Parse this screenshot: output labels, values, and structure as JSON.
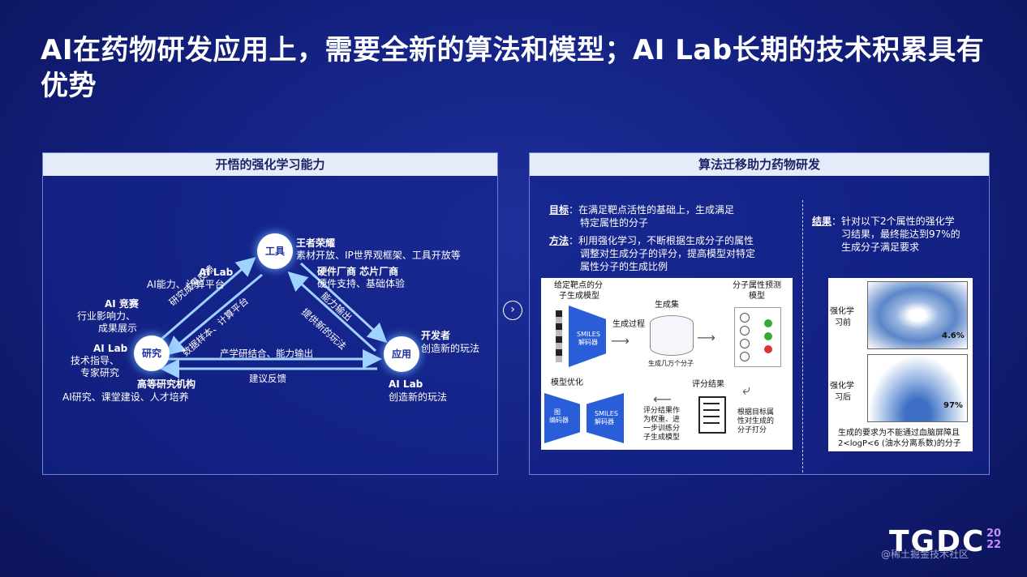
{
  "title": "AI在药物研发应用上，需要全新的算法和模型；AI Lab长期的技术积累具有优势",
  "left_panel": {
    "header": "开悟的强化学习能力",
    "nodes": {
      "tool": "工具",
      "research": "研究",
      "app": "应用"
    },
    "labels": {
      "wangzhe_title": "王者荣耀",
      "wangzhe_desc": "素材开放、IP世界观框架、工具开放等",
      "ailab_top_title": "AI Lab",
      "ailab_top_desc": "AI能力、计算平台",
      "hardware_title": "硬件厂商 芯片厂商",
      "hardware_desc": "硬件支持、基础体验",
      "ai_comp_title": "AI 竞赛",
      "ai_comp_desc1": "行业影响力、",
      "ai_comp_desc2": "成果展示",
      "ailab_left_title": "AI Lab",
      "ailab_left_desc1": "技术指导、",
      "ailab_left_desc2": "专家研究",
      "univ_title": "高等研究机构",
      "univ_desc": "AI研究、课堂建设、人才培养",
      "dev_title": "开发者",
      "dev_desc": "创造新的玩法",
      "ailab_br_title": "AI Lab",
      "ailab_br_desc": "创造新的玩法"
    },
    "arrows": {
      "a1": "研究成果反馈",
      "a2": "数据样本、计算平台",
      "a3": "能力输出",
      "a4": "提供新的玩法",
      "a5": "产学研结合、能力输出",
      "a6": "建议反馈"
    }
  },
  "right_panel": {
    "header": "算法迁移助力药物研发",
    "goal_label": "目标",
    "goal_text1": "：在满足靶点活性的基础上，生成满足",
    "goal_text2": "特定属性的分子",
    "method_label": "方法",
    "method_text1": "：利用强化学习，不断根据生成分子的属性",
    "method_text2": "调整对生成分子的评分，提高模型对特定",
    "method_text3": "属性分子的生成比例",
    "result_label": "结果",
    "result_text1": "：针对以下2个属性的强化学",
    "result_text2": "习结果，最终能达到97%的",
    "result_text3": "生成分子满足要求",
    "flow": {
      "given1": "给定靶点的分",
      "given2": "子生成模型",
      "smiles": "SMILES",
      "decoder": "解码器",
      "gen_process": "生成过程",
      "gen_set": "生成集",
      "gen_count": "生成几万个分子",
      "prop_pred1": "分子属性预测",
      "prop_pred2": "模型",
      "model_opt": "模型优化",
      "graph": "图",
      "encoder": "编码器",
      "score_result": "评分结果",
      "score_fb1": "评分结果作",
      "score_fb2": "为权重、进",
      "score_fb3": "一步训练分",
      "score_fb4": "子生成模型",
      "target_score1": "根据目标属",
      "target_score2": "性对生成的",
      "target_score3": "分子打分"
    },
    "plots": {
      "before1": "强化学",
      "before2": "习前",
      "before_pct": "4.6%",
      "after1": "强化学",
      "after2": "习后",
      "after_pct": "97%",
      "req1": "生成的要求为不能通过血脑屏障且",
      "req2": "2<logP<6 (油水分离系数)的分子"
    }
  },
  "logo": {
    "text": "TGDC",
    "year1": "20",
    "year2": "22"
  },
  "watermark": "@稀土掘金技术社区"
}
